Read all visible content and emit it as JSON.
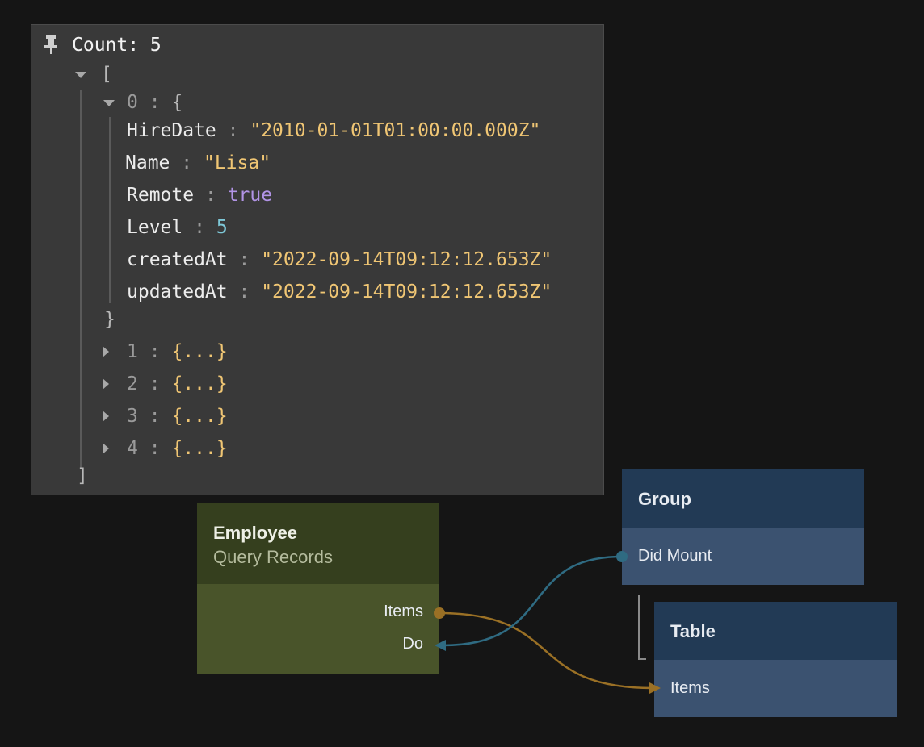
{
  "inspector": {
    "count_label": "Count: 5",
    "array_open": "[",
    "array_close": "]",
    "expanded_item": {
      "index": "0",
      "colon": ":",
      "open": "{",
      "close": "}",
      "fields": [
        {
          "key": "HireDate",
          "value": "\"2010-01-01T01:00:00.000Z\"",
          "type": "string"
        },
        {
          "key": "Name",
          "value": "\"Lisa\"",
          "type": "string"
        },
        {
          "key": "Remote",
          "value": "true",
          "type": "boolean"
        },
        {
          "key": "Level",
          "value": "5",
          "type": "number"
        },
        {
          "key": "createdAt",
          "value": "\"2022-09-14T09:12:12.653Z\"",
          "type": "string"
        },
        {
          "key": "updatedAt",
          "value": "\"2022-09-14T09:12:12.653Z\"",
          "type": "string"
        }
      ]
    },
    "collapsed_items": [
      {
        "index": "1",
        "summary": "{...}"
      },
      {
        "index": "2",
        "summary": "{...}"
      },
      {
        "index": "3",
        "summary": "{...}"
      },
      {
        "index": "4",
        "summary": "{...}"
      }
    ]
  },
  "nodes": {
    "employee": {
      "title": "Employee",
      "subtitle": "Query Records",
      "ports": {
        "items": "Items",
        "do": "Do"
      }
    },
    "group": {
      "title": "Group",
      "ports": {
        "did_mount": "Did Mount"
      }
    },
    "table": {
      "title": "Table",
      "ports": {
        "items": "Items"
      }
    }
  },
  "colors": {
    "data_wire": "#9a7025",
    "signal_wire": "#2f6b82",
    "string_value": "#f0c674",
    "boolean_value": "#b294e6",
    "number_value": "#7ec8d8",
    "employee_header": "#353f1e",
    "employee_body": "#49542a",
    "ui_header": "#223a55",
    "ui_body": "#3b5270"
  }
}
